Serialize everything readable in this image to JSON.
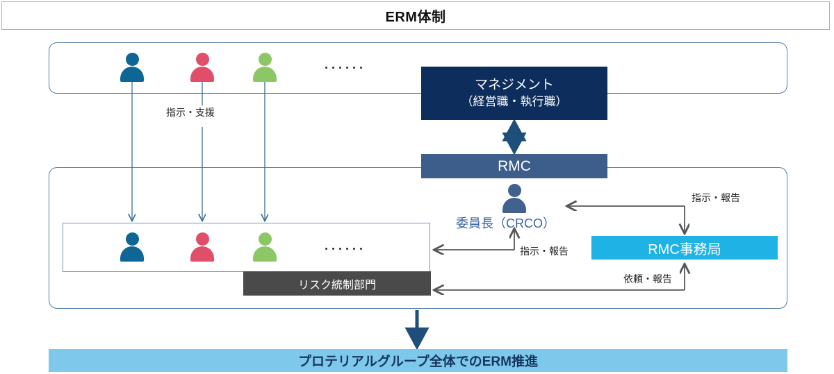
{
  "header": {
    "title": "ERM体制"
  },
  "top_group": {
    "people": [
      {
        "icon": "person-icon",
        "color": "#0d6695"
      },
      {
        "icon": "person-icon",
        "color": "#e04e6a"
      },
      {
        "icon": "person-icon",
        "color": "#8cc765"
      }
    ],
    "ellipsis": "……"
  },
  "management": {
    "line1": "マネジメント",
    "line2": "（経営職・執行職）",
    "color": "#0d2d5c"
  },
  "rmc": {
    "label": "RMC",
    "color": "#3d5d8a"
  },
  "chair": {
    "icon": "person-icon",
    "label": "委員長（CRCO）",
    "text_color": "#3a63a8",
    "icon_color": "#42618f"
  },
  "secretariat": {
    "label": "RMC事務局",
    "color": "#1fb2e5"
  },
  "risk_department": {
    "label": "リスク統制部門",
    "color": "#4a4a4a"
  },
  "bottom_group": {
    "people": [
      {
        "icon": "person-icon",
        "color": "#0d6695"
      },
      {
        "icon": "person-icon",
        "color": "#e04e6a"
      },
      {
        "icon": "person-icon",
        "color": "#8cc765"
      }
    ],
    "ellipsis": "……"
  },
  "banner": {
    "label": "プロテリアルグループ全体でのERM推進",
    "color": "#7ec8ec",
    "text_color": "#16355e"
  },
  "edge_labels": {
    "instruct_support": "指示・支援",
    "instruct_report_top": "指示・報告",
    "instruct_report_mid": "指示・報告",
    "request_report": "依頼・報告"
  },
  "palette": {
    "panel_border": "#4f7aa8",
    "thin_arrow": "#3f6d96",
    "gray_arrow": "#55575a",
    "navy_arrow": "#1d4f7a"
  }
}
